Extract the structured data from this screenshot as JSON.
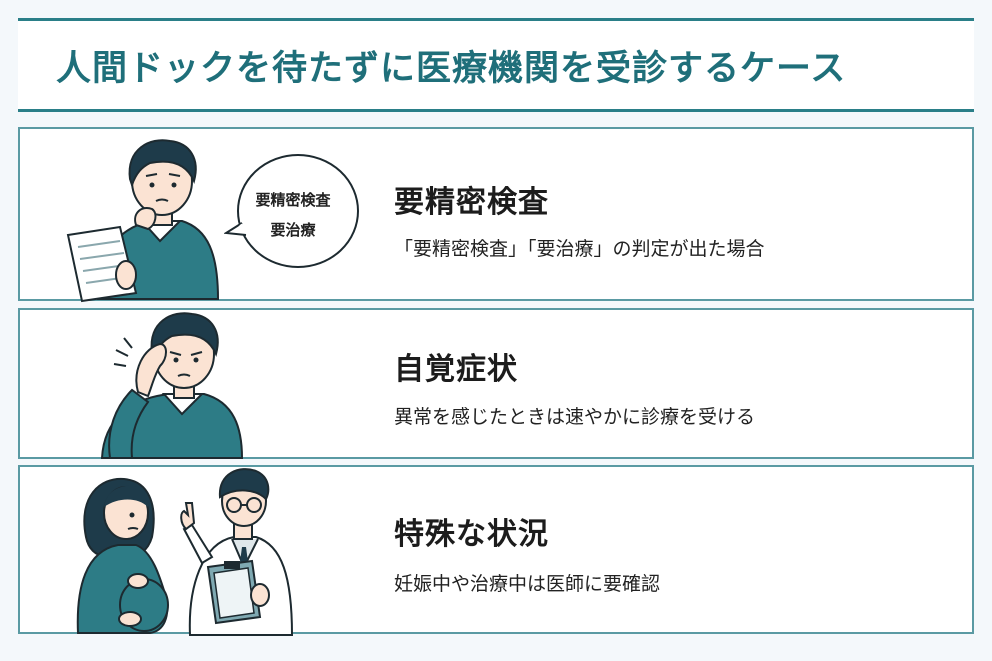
{
  "title": "人間ドックを待たずに医療機関を受診するケース",
  "colors": {
    "accent": "#2a7f88",
    "title_text": "#1f6f7a",
    "sweater": "#2d7c86",
    "background": "#f4f8fb"
  },
  "cases": [
    {
      "heading": "要精密検査",
      "description": "「要精密検査」「要治療」の判定が出た場合",
      "bubble": [
        "要精密検査",
        "要治療"
      ]
    },
    {
      "heading": "自覚症状",
      "description": "異常を感じたときは速やかに診療を受ける"
    },
    {
      "heading": "特殊な状況",
      "description": "妊娠中や治療中は医師に要確認"
    }
  ]
}
